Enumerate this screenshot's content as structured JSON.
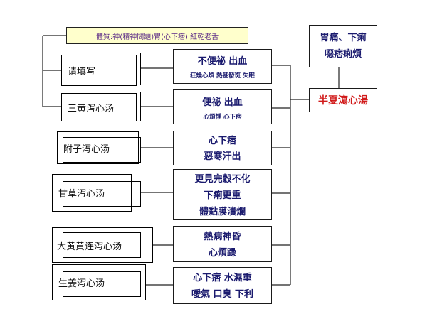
{
  "top_box": "體質:神(精神問題)胃(心下痞) 紅乾老舌",
  "left_items": [
    "请填写",
    "三黄泻心汤",
    "附子泻心汤",
    "甘草泻心汤",
    "大黄黄连泻心汤",
    "生姜泻心汤"
  ],
  "mid_boxes": [
    {
      "lines": [
        "不便祕  出血"
      ],
      "small": "狂燥心煩  熱甚發斑  失眠"
    },
    {
      "lines": [
        "便祕  出血"
      ],
      "small": "心煩悸  心下痞"
    },
    {
      "lines": [
        "心下痞",
        "惡寒汗出"
      ],
      "small": ""
    },
    {
      "lines": [
        "更見完穀不化",
        "下痢更重",
        "體黏膜潰爛"
      ],
      "small": ""
    },
    {
      "lines": [
        "熱病神昏",
        "心煩躁"
      ],
      "small": ""
    },
    {
      "lines": [
        "心下痞  水濕重",
        "噯氣  口臭  下利"
      ],
      "small": ""
    }
  ],
  "right_top": [
    "胃痛、下痢",
    "噁痞痢煩"
  ],
  "right_main": "半夏瀉心湯",
  "colors": {
    "right_main_text": "#d11a1a",
    "mid_text": "#1a1a6e",
    "right_top_text": "#1a1a6e",
    "top_box_fill": "#ffffcc"
  }
}
